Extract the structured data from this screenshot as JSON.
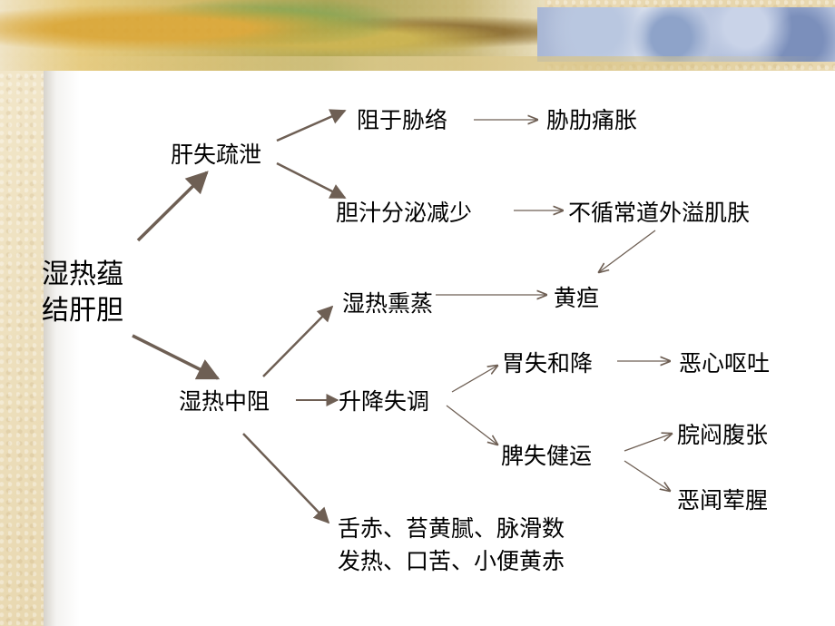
{
  "colors": {
    "arrow": "#6e5f54",
    "text": "#000000",
    "panel": "#ffffff",
    "frame": "#efe3c4"
  },
  "nodes": {
    "root": "湿热蕴\n结肝胆",
    "liver_qi": "肝失疏泄",
    "obstruct_collateral": "阻于胁络",
    "hypochondriac_pain": "胁肋痛胀",
    "bile_decrease": "胆汁分泌减少",
    "overflow_skin": "不循常道外溢肌肤",
    "damp_heat_steam": "湿热熏蒸",
    "jaundice": "黄疸",
    "middle_obstruct": "湿热中阻",
    "ascend_descend": "升降失调",
    "stomach": "胃失和降",
    "nausea": "恶心呕吐",
    "spleen": "脾失健运",
    "distension": "脘闷腹张",
    "aversion": "恶闻荤腥",
    "tongue_line1": "舌赤、苔黄腻、脉滑数",
    "tongue_line2": "发热、口苦、小便黄赤"
  }
}
